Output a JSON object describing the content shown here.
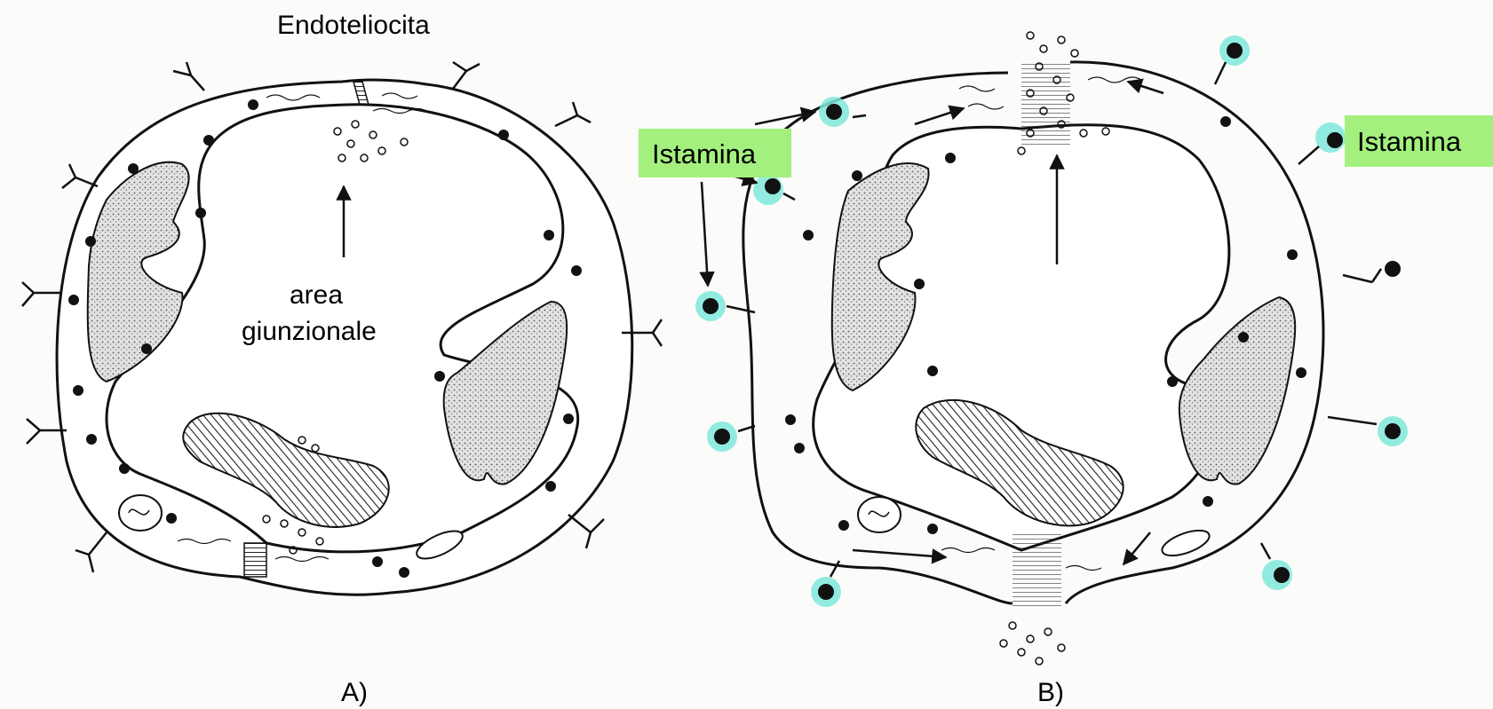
{
  "labels": {
    "endoteliocita": "Endoteliocita",
    "area_line1": "area",
    "area_line2": "giunzionale",
    "panel_a": "A)",
    "panel_b": "B)"
  },
  "tags": {
    "left": "Istamina",
    "right": "Istamina"
  },
  "colors": {
    "tag_bg": "#a3f07e",
    "receptor_glow": "#7fe8dc",
    "nucleus_fill": "#dcdcdc",
    "ink": "#111111"
  }
}
